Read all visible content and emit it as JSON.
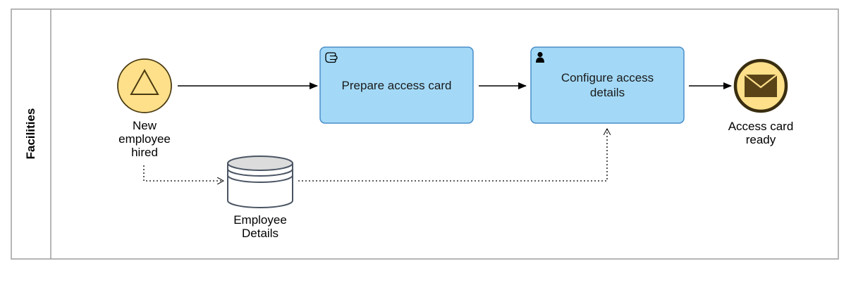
{
  "lane": {
    "title": "Facilities"
  },
  "start_event": {
    "label_lines": [
      "New",
      "employee",
      "hired"
    ],
    "type": "signal-start",
    "color": "#FFE08A"
  },
  "tasks": [
    {
      "label": "Prepare access card",
      "type": "manual-task",
      "icon": "hand-icon"
    },
    {
      "label_lines": [
        "Configure access",
        "details"
      ],
      "type": "user-task",
      "icon": "user-icon"
    }
  ],
  "end_event": {
    "label_lines": [
      "Access card",
      "ready"
    ],
    "type": "message-end",
    "color": "#FFE08A"
  },
  "data_store": {
    "label_lines": [
      "Employee",
      "Details"
    ]
  },
  "colors": {
    "task_fill": "#A3D9F7",
    "task_stroke": "#4A8EC8",
    "event_fill": "#FFE08A",
    "event_stroke": "#4A3A10",
    "end_icon": "#5A4417"
  }
}
